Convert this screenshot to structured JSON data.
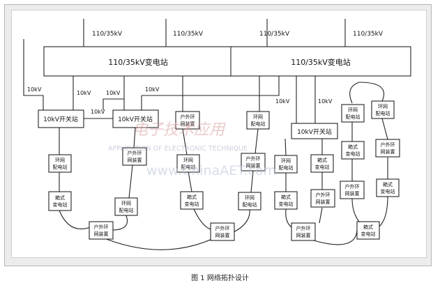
{
  "feeders": {
    "top_left_a": "110/35kV",
    "top_left_b": "110/35kV",
    "top_right_a": "110/35kV",
    "top_right_b": "110/35kV"
  },
  "substations": {
    "left": "110/35kV变电站",
    "right": "110/35kV变电站"
  },
  "line_labels": {
    "kv_left_1": "10kV",
    "kv_left_2": "10kV",
    "kv_left_3": "10kV",
    "kv_left_4": "10kV",
    "kv_mid": "10kV",
    "kv_right_1": "10kV",
    "kv_right_2": "10kV"
  },
  "switch_stations": {
    "s1": "10kV开关站",
    "s2": "10kV开关站",
    "s3": "10kV开关站"
  },
  "devices": {
    "ring_main": [
      "环网",
      "配电站"
    ],
    "box_sub": [
      "箱式",
      "变电站"
    ],
    "outdoor_ring": [
      "户外环",
      "网装置"
    ]
  },
  "watermark": {
    "logo": "电子技术应用",
    "subtitle": "APPLICATION OF ELECTRONIC TECHNIQUE",
    "url": "www.ChinaAET.com"
  },
  "caption": "图 1   网络拓扑设计"
}
